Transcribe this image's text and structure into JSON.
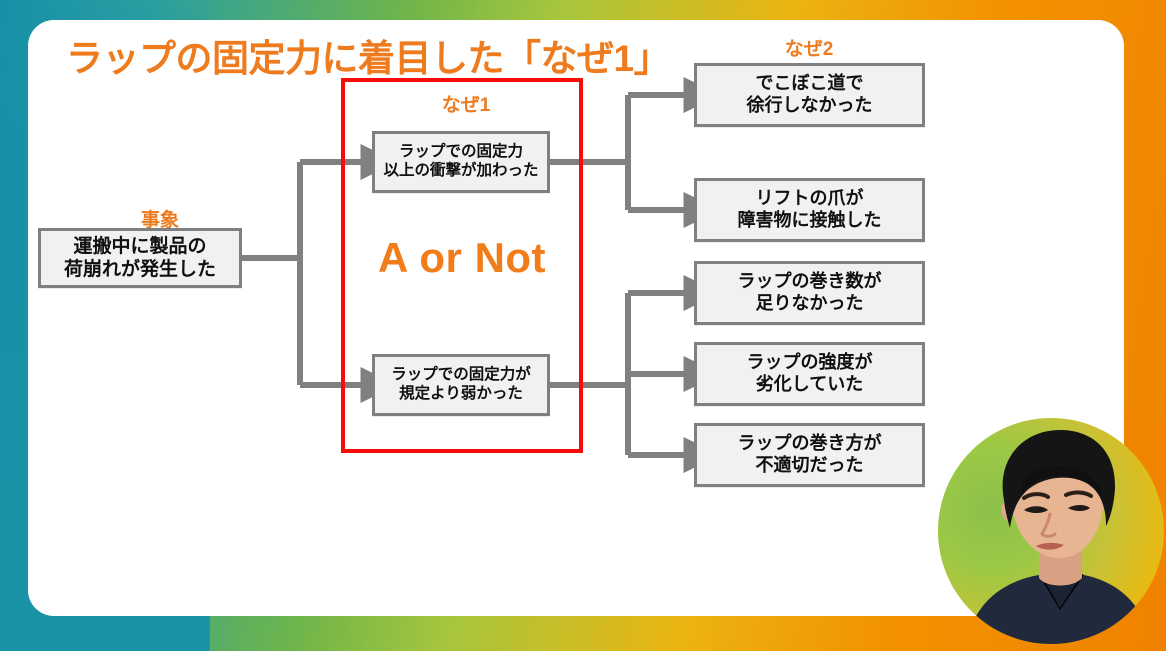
{
  "slide": {
    "title": "ラップの固定力に着目した「なぜ1」",
    "emphasis_text": "A or Not",
    "accent_color": "#ee7b1e",
    "highlight_frame_color": "#fb0a0a",
    "box_border_color": "#808080",
    "box_fill_color": "#f1f1f1",
    "connector_color": "#808080"
  },
  "stages": {
    "phenomenon_label": "事象",
    "why1_label": "なぜ1",
    "why2_label": "なぜ2"
  },
  "phenomenon": {
    "text": "運搬中に製品の\n荷崩れが発生した"
  },
  "why1": [
    {
      "text": "ラップでの固定力\n以上の衝撃が加わった"
    },
    {
      "text": "ラップでの固定力が\n規定より弱かった"
    }
  ],
  "why2": [
    {
      "text": "でこぼこ道で\n徐行しなかった"
    },
    {
      "text": "リフトの爪が\n障害物に接触した"
    },
    {
      "text": "ラップの巻き数が\n足りなかった"
    },
    {
      "text": "ラップの強度が\n劣化していた"
    },
    {
      "text": "ラップの巻き方が\n不適切だった"
    }
  ],
  "presenter": {
    "description": "presenter-video-bubble"
  }
}
